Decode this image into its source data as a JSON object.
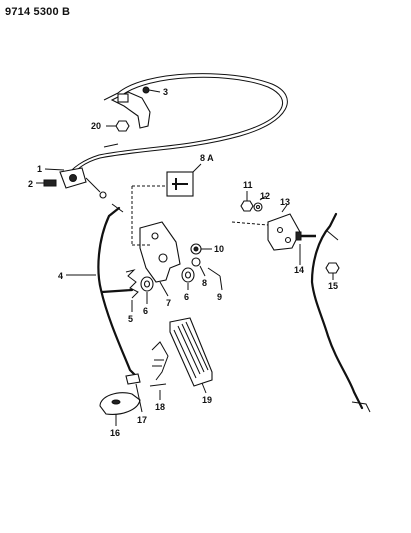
{
  "header": {
    "code": "9714 5300 B"
  },
  "callouts": {
    "c1": "1",
    "c2": "2",
    "c3": "3",
    "c4": "4",
    "c5": "5",
    "c6a": "6",
    "c6b": "6",
    "c7": "7",
    "c8": "8",
    "c8a": "8 A",
    "c9": "9",
    "c10": "10",
    "c11": "11",
    "c12": "12",
    "c13": "13",
    "c14": "14",
    "c15": "15",
    "c16": "16",
    "c17": "17",
    "c18": "18",
    "c19": "19",
    "c20": "20"
  }
}
